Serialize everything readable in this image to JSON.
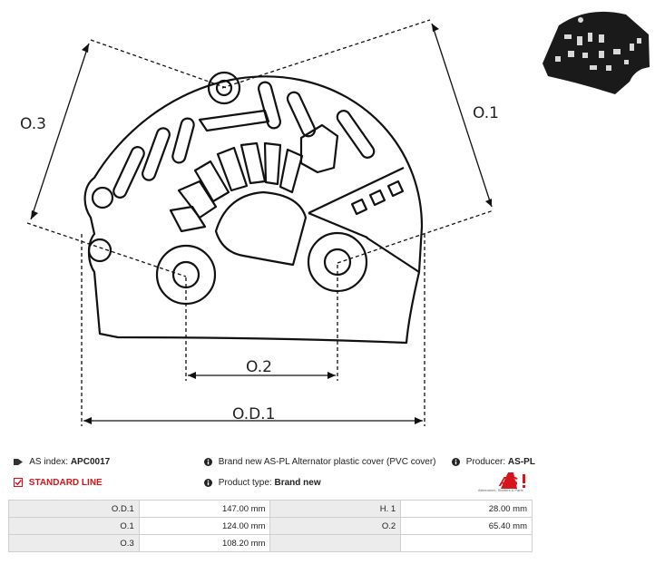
{
  "dimensions": {
    "od1": "O.D.1",
    "o1": "O.1",
    "o2": "O.2",
    "o3": "O.3"
  },
  "info": {
    "as_index_label": "AS index:",
    "as_index_value": "APC0017",
    "line_label": "STANDARD LINE",
    "description": "Brand new AS-PL Alternator plastic cover (PVC cover)",
    "product_type_label": "Product type:",
    "product_type_value": "Brand new",
    "producer_label": "Producer:",
    "producer_value": "AS-PL"
  },
  "logo": {
    "text": "AS",
    "subtitle": "Alternators, Starters & Parts"
  },
  "specs": [
    {
      "k1": "O.D.1",
      "v1": "147.00 mm",
      "k2": "H. 1",
      "v2": "28.00 mm"
    },
    {
      "k1": "O.1",
      "v1": "124.00 mm",
      "k2": "O.2",
      "v2": "65.40 mm"
    },
    {
      "k1": "O.3",
      "v1": "108.20 mm",
      "k2": "",
      "v2": ""
    }
  ],
  "colors": {
    "accent": "#d6141b",
    "label_bg": "#ececec",
    "border": "#cfcfcf"
  }
}
